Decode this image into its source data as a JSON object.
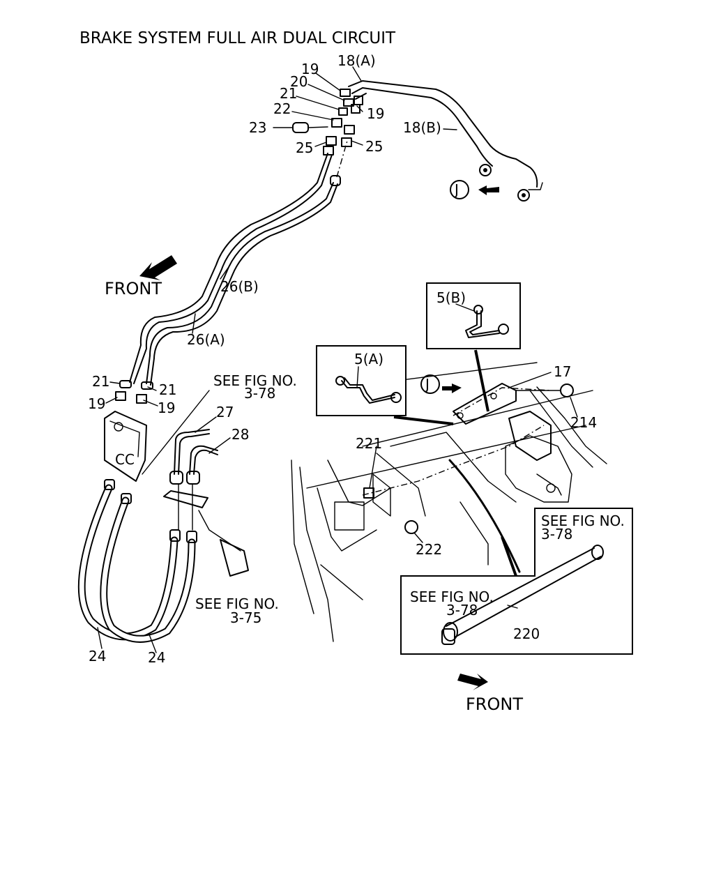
{
  "title": "BRAKE SYSTEM FULL AIR DUAL CIRCUIT",
  "front_labels": [
    "FRONT",
    "FRONT"
  ],
  "view_marker": "J",
  "callouts": {
    "p18a": "18(A)",
    "p18b": "18(B)",
    "p19a": "19",
    "p19b": "19",
    "p19c": "19",
    "p19d": "19",
    "p20": "20",
    "p21a": "21",
    "p21b": "21",
    "p21c": "21",
    "p22": "22",
    "p23": "23",
    "p25a": "25",
    "p25b": "25",
    "p26a": "26(A)",
    "p26b": "26(B)",
    "p24a": "24",
    "p24b": "24",
    "p27": "27",
    "p28": "28",
    "p17": "17",
    "p214": "214",
    "p220": "220",
    "p221": "221",
    "p222": "222",
    "p5a": "5(A)",
    "p5b": "5(B)"
  },
  "references": {
    "ref1_line1": "SEE FIG NO.",
    "ref1_line2": "3-78",
    "ref2_line1": "SEE FIG NO.",
    "ref2_line2": "3-75",
    "ref3_line1": "SEE FIG NO.",
    "ref3_line2": "3-78",
    "ref4_line1": "SEE FIG NO.",
    "ref4_line2": "3-78"
  },
  "icons": [
    "front-arrow-icon",
    "view-direction-arrow-icon"
  ]
}
